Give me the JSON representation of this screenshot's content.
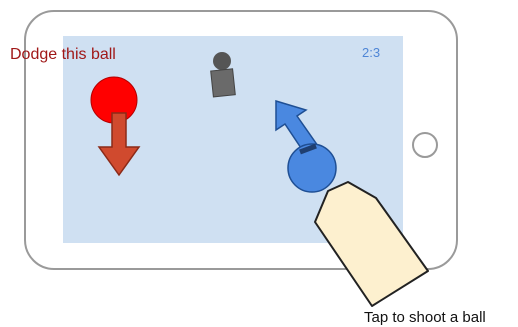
{
  "labels": {
    "dodge": "Dodge this ball",
    "tap": "Tap to shoot a ball"
  },
  "game": {
    "score": "2:3"
  },
  "icons": {
    "enemy_ball": "red-ball-icon",
    "enemy_direction": "down-arrow-icon",
    "player": "player-figure-icon",
    "player_ball": "blue-ball-icon",
    "player_direction": "up-left-arrow-icon",
    "hand": "pointing-finger-icon",
    "home_button": "home-button-icon"
  },
  "colors": {
    "screen": "#cfe0f2",
    "enemy_ball": "#ff0000",
    "enemy_arrow": "#d04a2e",
    "player_ball": "#4a88e0",
    "player_arrow": "#4a88e0",
    "finger": "#fdf0cf",
    "score": "#4f86d6",
    "dodge_label": "#a01818"
  }
}
